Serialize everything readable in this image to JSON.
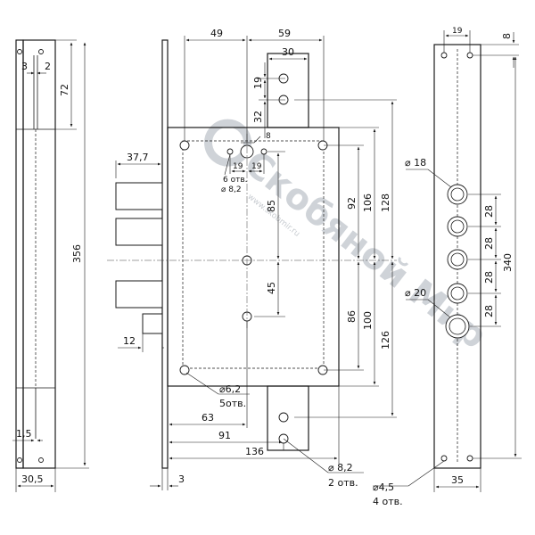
{
  "watermark": {
    "brand": "Скобяной Мир",
    "url": "www.skobmir.ru",
    "registered": "®"
  },
  "side_view": {
    "dims": {
      "d3": "3",
      "d2": "2",
      "d72": "72",
      "d356": "356",
      "d15": "1,5",
      "d305": "30,5"
    }
  },
  "front_view": {
    "dims": {
      "d49": "49",
      "d59": "59",
      "d30": "30",
      "d19a": "19",
      "d32": "32",
      "d8": "8",
      "d377": "37,7",
      "d19b": "19",
      "d19c": "19",
      "holes6": "6 отв.",
      "dia82": "⌀ 8,2",
      "d85": "85",
      "d45": "45",
      "d92": "92",
      "d106": "106",
      "d128": "128",
      "d86": "86",
      "d100": "100",
      "d126": "126",
      "d12": "12",
      "dia62": "⌀6,2",
      "holes5": "5отв.",
      "d63": "63",
      "d91": "91",
      "d136": "136",
      "dia82b": "⌀ 8,2",
      "holes2": "2 отв.",
      "d3b": "3"
    }
  },
  "plate_view": {
    "dims": {
      "d19": "19",
      "d8": "8",
      "dia18": "⌀ 18",
      "dia20": "⌀ 20",
      "d28a": "28",
      "d28b": "28",
      "d28c": "28",
      "d28d": "28",
      "d340": "340",
      "dia45": "⌀4,5",
      "holes4": "4 отв.",
      "d35": "35"
    }
  }
}
